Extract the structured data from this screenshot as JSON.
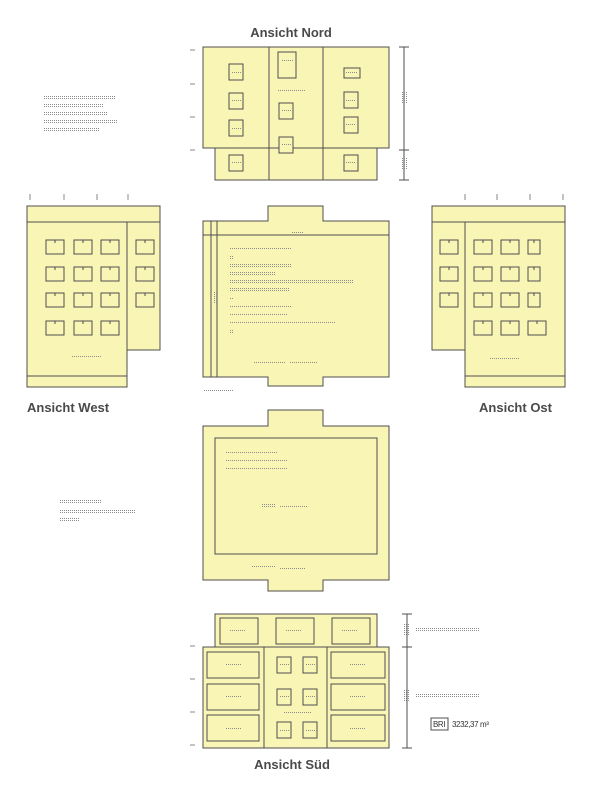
{
  "colors": {
    "fill": "#f8f5b5",
    "stroke": "#4f4f4f",
    "hatch": "#9a9a9a",
    "label": "#4a4a4a"
  },
  "views": {
    "north": "Ansicht Nord",
    "west": "Ansicht West",
    "east": "Ansicht Ost",
    "south": "Ansicht Süd"
  },
  "legend": {
    "bri_badge": "BRI",
    "bri_value": "3232,37 m³"
  }
}
